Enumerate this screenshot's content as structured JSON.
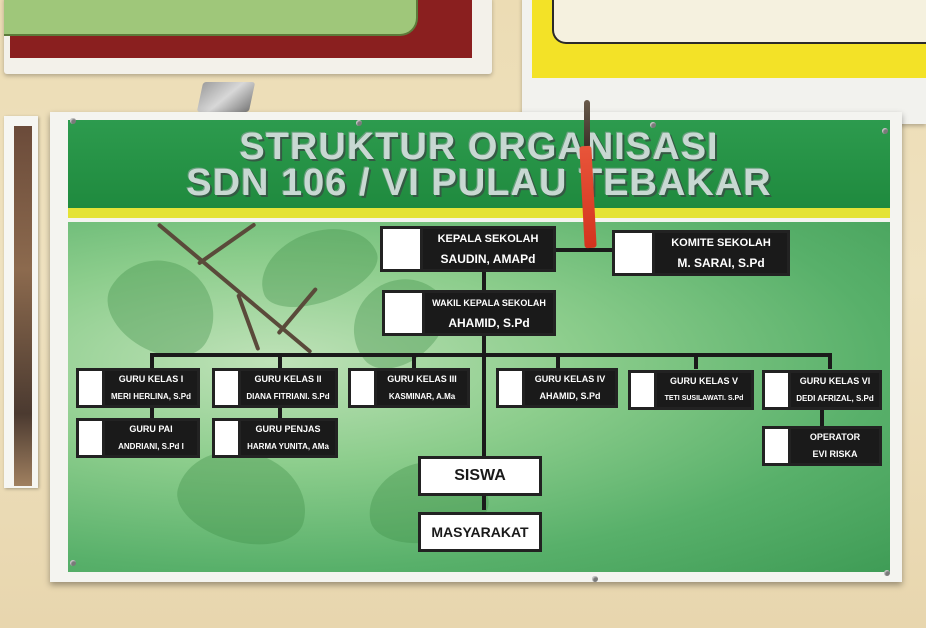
{
  "banner": {
    "title_line1": "STRUKTUR ORGANISASI",
    "title_line2": "SDN  106 / VI PULAU TEBAKAR"
  },
  "org": {
    "kepala": {
      "title": "KEPALA SEKOLAH",
      "name": "SAUDIN, AMAPd"
    },
    "komite": {
      "title": "KOMITE SEKOLAH",
      "name": "M. SARAI, S.Pd"
    },
    "wakil": {
      "title": "WAKIL KEPALA SEKOLAH",
      "name": "AHAMID, S.Pd"
    },
    "guru_kelas": [
      {
        "title": "GURU KELAS I",
        "name": "MERI HERLINA, S.Pd"
      },
      {
        "title": "GURU KELAS II",
        "name": "DIANA FITRIANI. S.Pd"
      },
      {
        "title": "GURU KELAS III",
        "name": "KASMINAR, A.Ma"
      },
      {
        "title": "GURU KELAS IV",
        "name": "AHAMID, S.Pd"
      },
      {
        "title": "GURU KELAS V",
        "name": "TETI SUSILAWATI. S.Pd"
      },
      {
        "title": "GURU KELAS VI",
        "name": "DEDI AFRIZAL, S.Pd"
      }
    ],
    "guru_pai": {
      "title": "GURU PAI",
      "name": "ANDRIANI, S.Pd I"
    },
    "guru_penjas": {
      "title": "GURU PENJAS",
      "name": "HARMA YUNITA, AMa"
    },
    "operator": {
      "title": "OPERATOR",
      "name": "EVI RISKA"
    },
    "siswa": "SISWA",
    "masyarakat": "MASYARAKAT"
  }
}
